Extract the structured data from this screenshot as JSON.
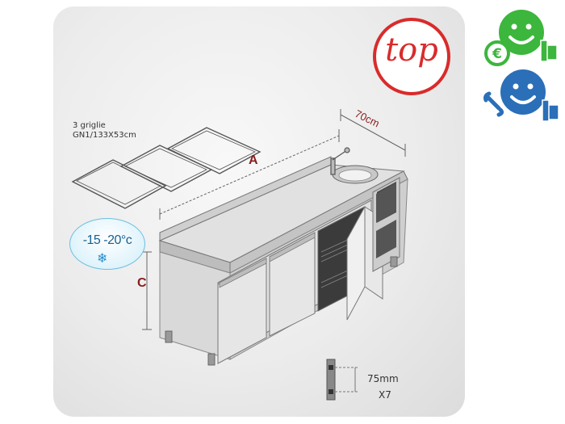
{
  "labels": {
    "grill": "3 griglie\nGN1/133X53cm",
    "dim_a": "A",
    "dim_c": "C",
    "dim_depth": "70cm",
    "temperature": "-15 -20°c",
    "shelf_pitch": "75mm",
    "shelf_count": "X7",
    "brand": "top"
  },
  "icons": {
    "snow": "snowflake-icon",
    "green": "smiley-euro-thumbs-up-icon",
    "blue": "smiley-wrench-thumbs-up-icon"
  },
  "colors": {
    "dimension": "#8a1d1d",
    "brand_red": "#d92b2b",
    "green_badge": "#3cb63c",
    "blue_badge": "#2a6fb8",
    "cold_blue": "#2a8fd0"
  }
}
